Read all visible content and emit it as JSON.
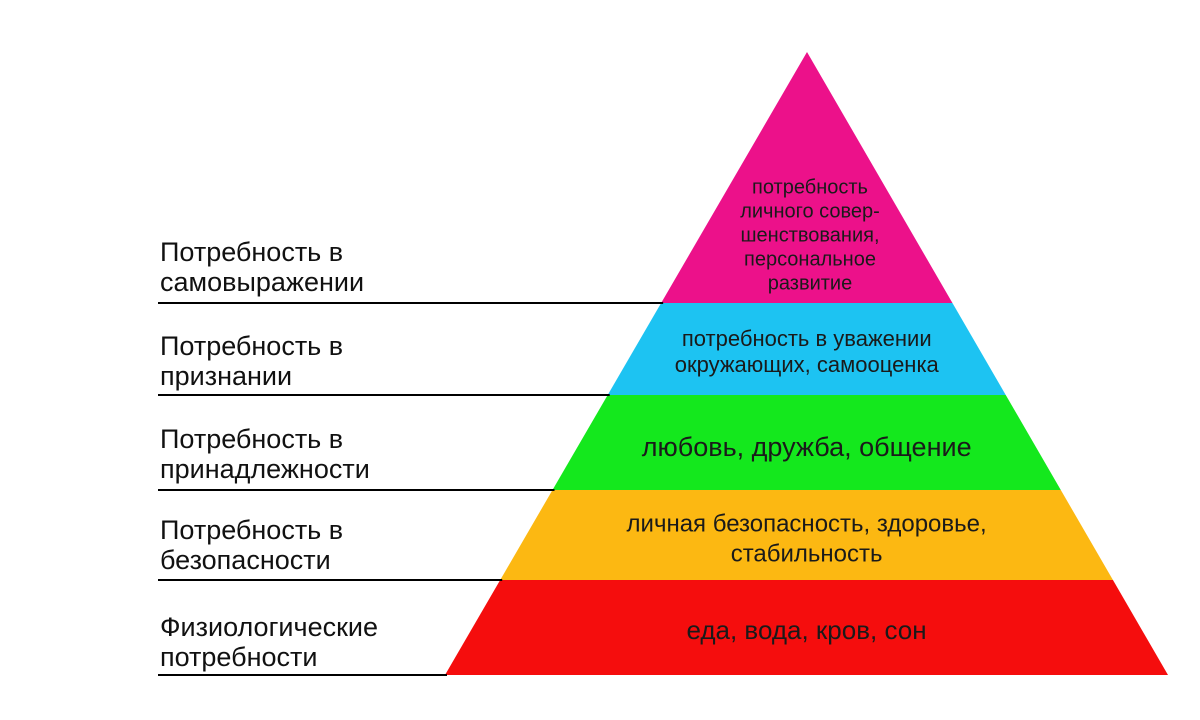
{
  "levels": [
    {
      "label_lines": [
        "Потребность в",
        "самовыражении"
      ],
      "content_lines": [
        "потребность",
        "личного совер-",
        "шенствования,",
        "персональное",
        "развитие"
      ],
      "color": "#ec118a"
    },
    {
      "label_lines": [
        "Потребность в",
        "признании"
      ],
      "content_lines": [
        "потребность в уважении",
        "окружающих, самооценка"
      ],
      "color": "#1dc3f2"
    },
    {
      "label_lines": [
        "Потребность в",
        "принадлежности"
      ],
      "content_lines": [
        "любовь, дружба, общение"
      ],
      "color": "#14e81d"
    },
    {
      "label_lines": [
        "Потребность в",
        "безопасности"
      ],
      "content_lines": [
        "личная безопасность, здоровье,",
        "стабильность"
      ],
      "color": "#fcb812"
    },
    {
      "label_lines": [
        "Физиологические",
        "потребности"
      ],
      "content_lines": [
        "еда, вода, кров, сон"
      ],
      "color": "#f50d0d"
    }
  ],
  "line_color": "#000000"
}
